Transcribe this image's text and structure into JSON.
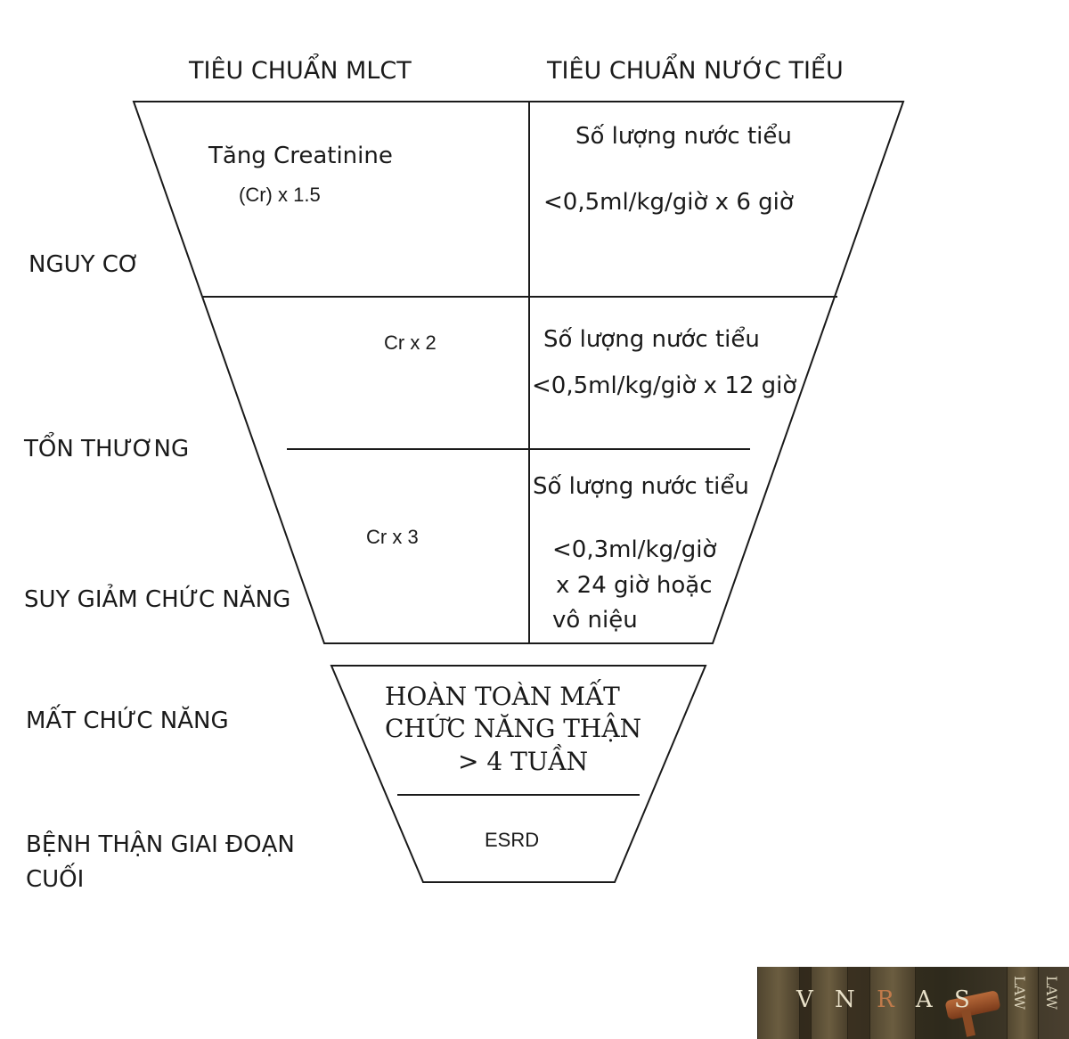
{
  "headers": {
    "gfr": "TIÊU CHUẨN MLCT",
    "urine": "TIÊU CHUẨN NƯỚC TIỂU"
  },
  "stages": {
    "risk": "NGUY CƠ",
    "injury": "TỔN THƯƠNG",
    "failure": "SUY GIẢM CHỨC NĂNG",
    "loss": "MẤT CHỨC NĂNG",
    "esrd_line1": "BỆNH THẬN GIAI ĐOẠN",
    "esrd_line2": "CUỐI"
  },
  "risk": {
    "cr_title": "Tăng Creatinine",
    "cr_value": "(Cr) x 1.5",
    "urine_title": "Số lượng nước tiểu",
    "urine_value": "<0,5ml/kg/giờ x 6 giờ"
  },
  "injury": {
    "cr_value": "Cr x 2",
    "urine_title": "Số lượng nước tiểu",
    "urine_value": "<0,5ml/kg/giờ x 12 giờ"
  },
  "failure": {
    "cr_value": "Cr x 3",
    "urine_title": "Số lượng nước tiểu",
    "urine_line1": "<0,3ml/kg/giờ",
    "urine_line2": "x 24 giờ hoặc",
    "urine_line3": "vô niệu"
  },
  "loss": {
    "line1": "HOÀN TOÀN MẤT",
    "line2": "CHỨC NĂNG THẬN",
    "line3": "> 4 TUẦN"
  },
  "esrd": {
    "label": "ESRD"
  },
  "logo": {
    "letters_a": "V N ",
    "letters_r": "R",
    "letters_b": " A  S",
    "side1": "LAW",
    "side2": "LAW"
  },
  "colors": {
    "line": "#1a1a1a",
    "logo_bg": "#2b2418"
  }
}
